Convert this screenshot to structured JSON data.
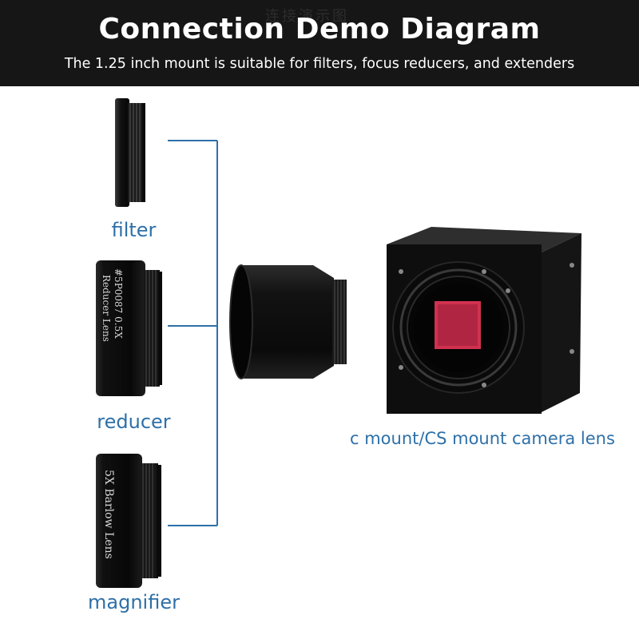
{
  "header": {
    "title": "Connection Demo Diagram",
    "subtitle": "The 1.25 inch mount is suitable for filters, focus reducers, and extenders",
    "watermark": "连接演示图"
  },
  "parts": {
    "filter": {
      "label": "filter"
    },
    "reducer": {
      "label": "reducer",
      "engraving_1": "#5P0087 0.5X",
      "engraving_2": "Reducer Lens"
    },
    "magnifier": {
      "label": "magnifier",
      "engraving": "5X Barlow Lens"
    },
    "adapter": {},
    "camera": {
      "caption": "c mount/CS mount camera lens"
    }
  },
  "colors": {
    "header_bg": "#161616",
    "accent": "#2e70a8",
    "sensor": "#d0314f"
  }
}
